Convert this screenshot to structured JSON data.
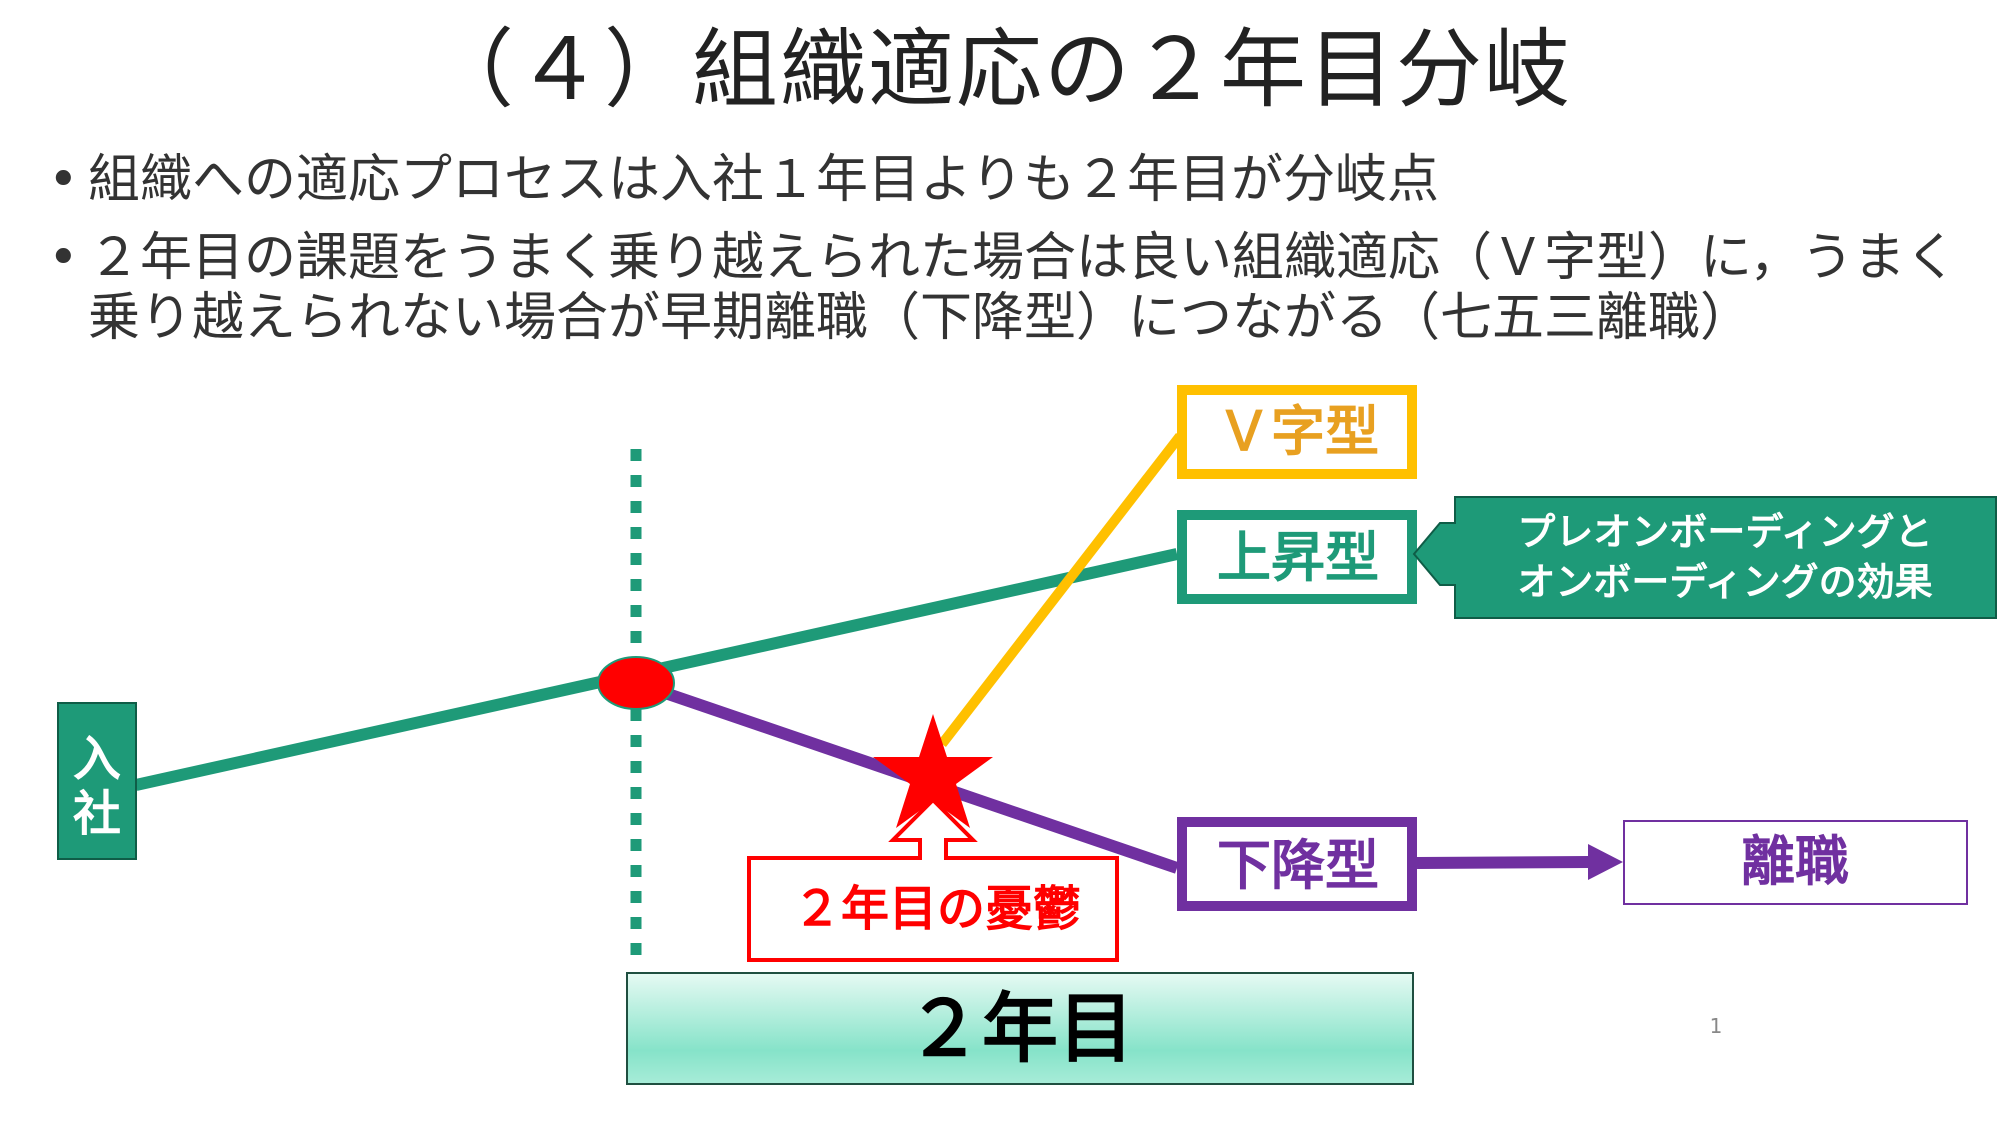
{
  "title": "（４）組織適応の２年目分岐",
  "bullets": [
    "組織への適応プロセスは入社１年目よりも２年目が分岐点",
    "２年目の課題をうまく乗り越えられた場合は良い組織適応（Ｖ字型）に，うまく乗り越えられない場合が早期離職（下降型）につながる（七五三離職）"
  ],
  "diagram": {
    "start_label_1": "入",
    "start_label_2": "社",
    "v_type": "Ｖ字型",
    "rising_type": "上昇型",
    "callout_line1": "プレオンボーディングと",
    "callout_line2": "オンボーディングの効果",
    "declining_type": "下降型",
    "turnover": "離職",
    "blues_label": "２年目の憂鬱",
    "year2_label": "２年目"
  },
  "colors": {
    "green": "#1E9A78",
    "yellow": "#FFC000",
    "purple": "#7030A0",
    "red": "#FF0000"
  },
  "page_number": "1"
}
